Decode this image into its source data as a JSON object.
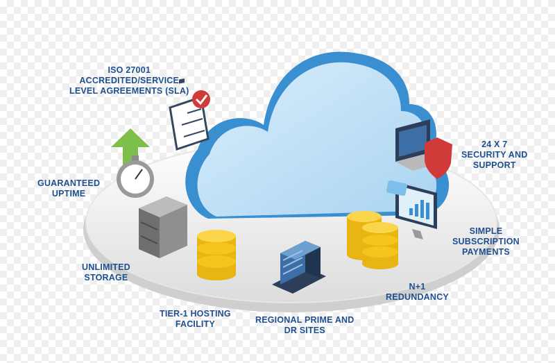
{
  "features": {
    "iso": [
      "ISO 27001",
      "ACCREDITED/SERVICE",
      "LEVEL AGREEMENTS (SLA)"
    ],
    "uptime": [
      "GUARANTEED",
      "UPTIME"
    ],
    "storage": [
      "UNLIMITED",
      "STORAGE"
    ],
    "hosting": [
      "TIER-1 HOSTING",
      "FACILITY"
    ],
    "regional": [
      "REGIONAL PRIME AND",
      "DR SITES"
    ],
    "redundancy": [
      "N+1",
      "REDUNDANCY"
    ],
    "payments": [
      "SIMPLE",
      "SUBSCRIPTION",
      "PAYMENTS"
    ],
    "security": [
      "24 X 7",
      "SECURITY AND",
      "SUPPORT"
    ]
  },
  "colors": {
    "label": "#1f4f8f",
    "cloud": "#bfe0f5",
    "cloud_edge": "#3a8fd0",
    "database": "#f6c51b",
    "shield": "#d03a38",
    "arrow": "#7cc04b"
  },
  "icons": {
    "iso": "checklist-icon",
    "uptime": "stopwatch-icon",
    "storage": "filing-cabinet-icon",
    "hosting": "database-icon",
    "regional": "server-building-icon",
    "redundancy": "database-stack-icon",
    "payments": "monitor-chart-icon",
    "security": "laptop-shield-icon"
  }
}
